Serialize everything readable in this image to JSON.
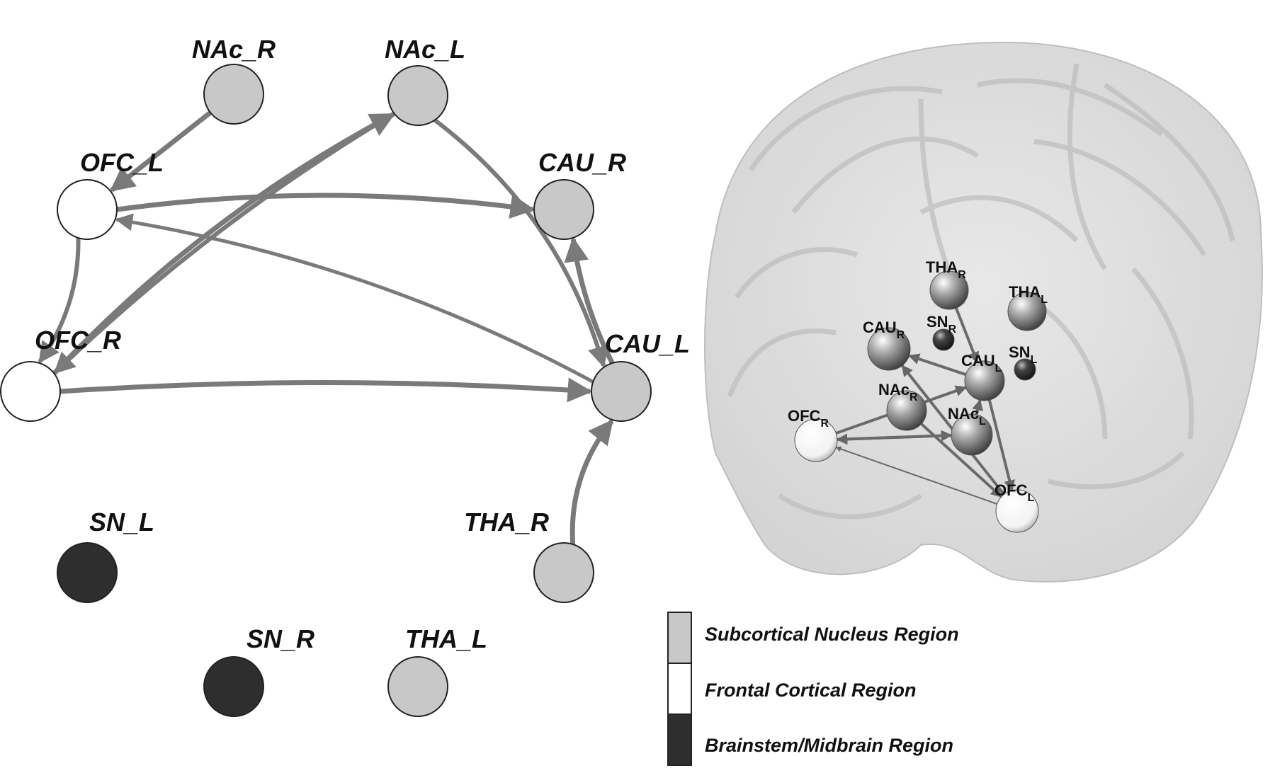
{
  "network": {
    "nodes": [
      {
        "id": "NAc_R",
        "label": "NAc_R",
        "category": "subcortical"
      },
      {
        "id": "NAc_L",
        "label": "NAc_L",
        "category": "subcortical"
      },
      {
        "id": "OFC_L",
        "label": "OFC_L",
        "category": "frontal"
      },
      {
        "id": "CAU_R",
        "label": "CAU_R",
        "category": "subcortical"
      },
      {
        "id": "OFC_R",
        "label": "OFC_R",
        "category": "frontal"
      },
      {
        "id": "CAU_L",
        "label": "CAU_L",
        "category": "subcortical"
      },
      {
        "id": "THA_R",
        "label": "THA_R",
        "category": "subcortical"
      },
      {
        "id": "SN_L",
        "label": "SN_L",
        "category": "brainstem"
      },
      {
        "id": "SN_R",
        "label": "SN_R",
        "category": "brainstem"
      },
      {
        "id": "THA_L",
        "label": "THA_L",
        "category": "subcortical"
      }
    ],
    "edges": [
      {
        "from": "NAc_R",
        "to": "OFC_L"
      },
      {
        "from": "OFC_L",
        "to": "CAU_R"
      },
      {
        "from": "OFC_L",
        "to": "OFC_R"
      },
      {
        "from": "OFC_R",
        "to": "NAc_L"
      },
      {
        "from": "NAc_L",
        "to": "OFC_R"
      },
      {
        "from": "NAc_L",
        "to": "CAU_L"
      },
      {
        "from": "CAU_L",
        "to": "OFC_L"
      },
      {
        "from": "OFC_R",
        "to": "CAU_L"
      },
      {
        "from": "CAU_L",
        "to": "CAU_R"
      },
      {
        "from": "THA_R",
        "to": "CAU_L"
      }
    ]
  },
  "brain": {
    "nodes": [
      {
        "id": "THA_R",
        "base": "THA",
        "sub": "R",
        "category": "subcortical"
      },
      {
        "id": "THA_L",
        "base": "THA",
        "sub": "L",
        "category": "subcortical"
      },
      {
        "id": "CAU_R",
        "base": "CAU",
        "sub": "R",
        "category": "subcortical"
      },
      {
        "id": "SN_R",
        "base": "SN",
        "sub": "R",
        "category": "brainstem"
      },
      {
        "id": "CAU_L",
        "base": "CAU",
        "sub": "L",
        "category": "subcortical"
      },
      {
        "id": "SN_L",
        "base": "SN",
        "sub": "L",
        "category": "brainstem"
      },
      {
        "id": "NAc_R",
        "base": "NAc",
        "sub": "R",
        "category": "subcortical"
      },
      {
        "id": "NAc_L",
        "base": "NAc",
        "sub": "L",
        "category": "subcortical"
      },
      {
        "id": "OFC_R",
        "base": "OFC",
        "sub": "R",
        "category": "frontal"
      },
      {
        "id": "OFC_L",
        "base": "OFC",
        "sub": "L",
        "category": "frontal"
      }
    ],
    "edges": [
      {
        "from": "THA_R",
        "to": "CAU_L"
      },
      {
        "from": "CAU_L",
        "to": "CAU_R"
      },
      {
        "from": "NAc_R",
        "to": "OFC_L"
      },
      {
        "from": "NAc_L",
        "to": "CAU_L"
      },
      {
        "from": "OFC_R",
        "to": "NAc_L"
      },
      {
        "from": "NAc_L",
        "to": "OFC_R"
      },
      {
        "from": "OFC_R",
        "to": "CAU_L"
      },
      {
        "from": "CAU_L",
        "to": "OFC_L"
      },
      {
        "from": "OFC_L",
        "to": "CAU_R"
      },
      {
        "from": "OFC_L",
        "to": "OFC_R"
      }
    ]
  },
  "legend": [
    {
      "category": "subcortical",
      "label": "Subcortical Nucleus Region"
    },
    {
      "category": "frontal",
      "label": "Frontal Cortical Region"
    },
    {
      "category": "brainstem",
      "label": "Brainstem/Midbrain Region"
    }
  ],
  "colors": {
    "subcortical": "#c8c8c8",
    "frontal": "#ffffff",
    "brainstem": "#2e2e2e",
    "edge": "#7a7a7a",
    "outline": "#222222"
  }
}
